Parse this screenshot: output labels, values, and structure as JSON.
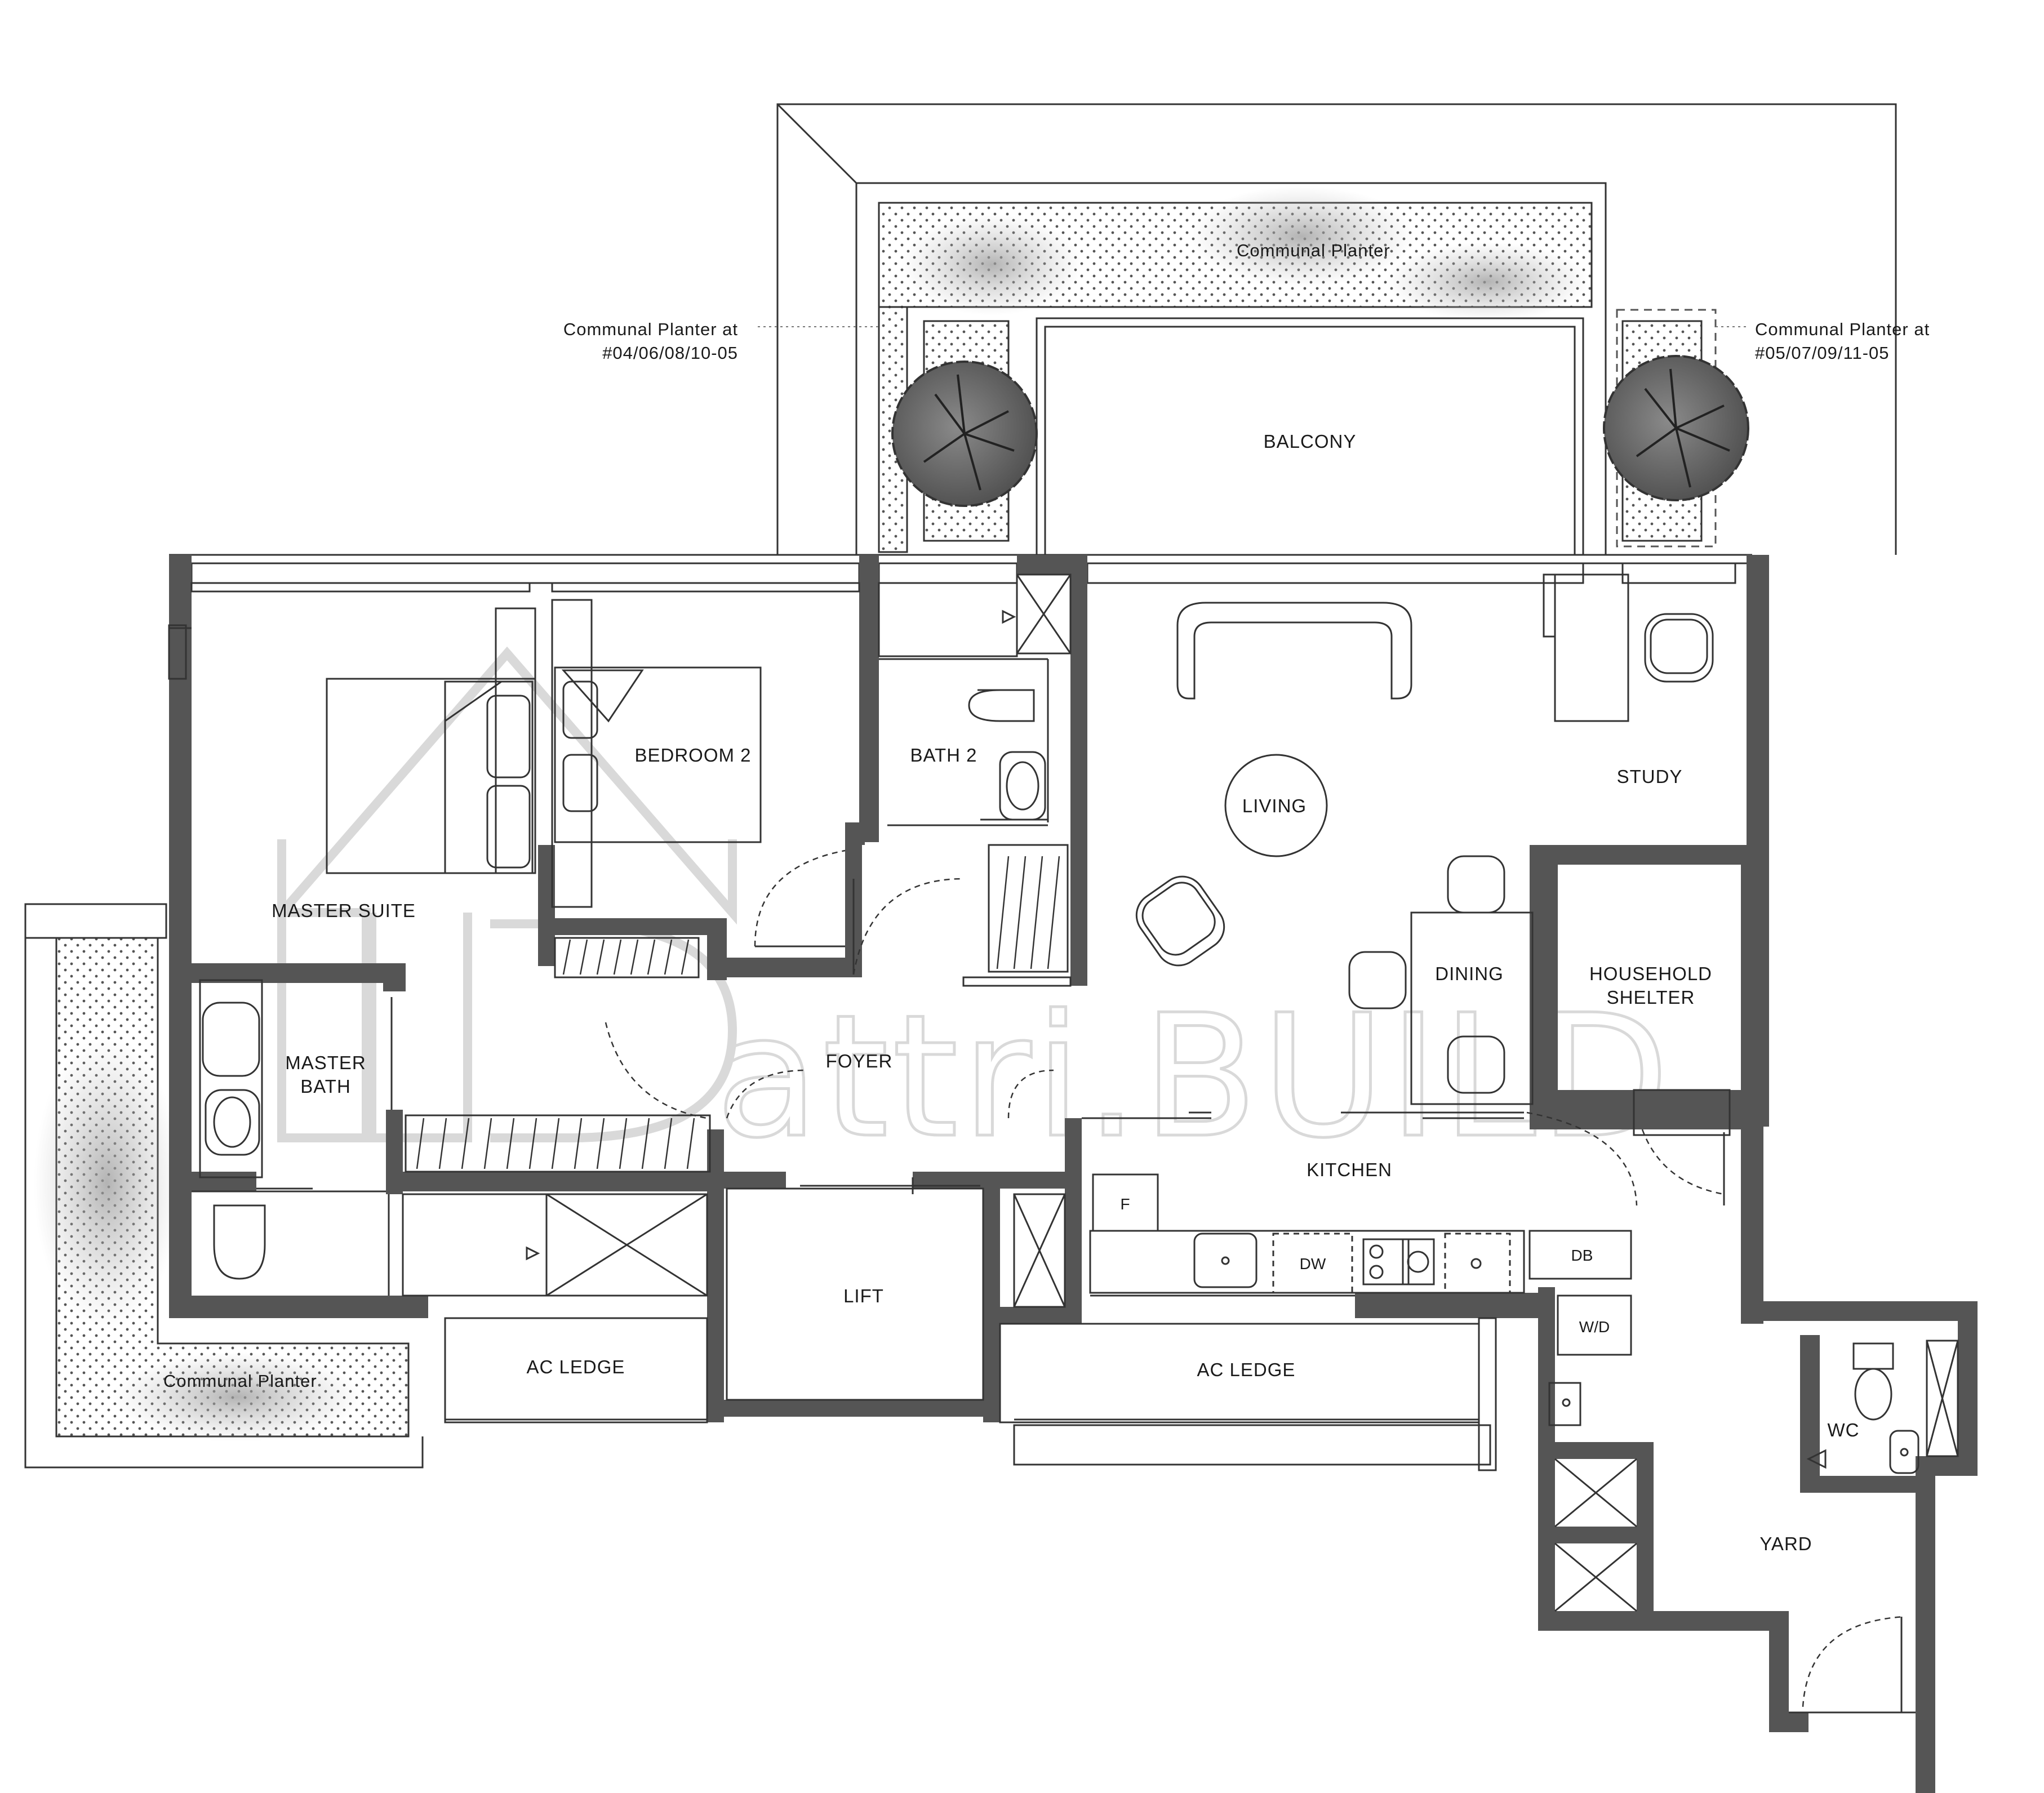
{
  "rooms": {
    "master_suite": "MASTER SUITE",
    "bedroom_2": "BEDROOM 2",
    "bath_2": "BATH 2",
    "living": "LIVING",
    "study": "STUDY",
    "dining": "DINING",
    "household_shelter_1": "HOUSEHOLD",
    "household_shelter_2": "SHELTER",
    "master_bath_1": "MASTER",
    "master_bath_2": "BATH",
    "foyer": "FOYER",
    "kitchen": "KITCHEN",
    "lift": "LIFT",
    "ac_ledge_left": "AC LEDGE",
    "ac_ledge_right": "AC LEDGE",
    "yard": "YARD",
    "wc": "WC",
    "balcony": "BALCONY"
  },
  "fixtures": {
    "fridge": "F",
    "dishwasher": "DW",
    "db": "DB",
    "washer_dryer": "W/D"
  },
  "planters": {
    "top": "Communal Planter",
    "bottom_left": "Communal Planter",
    "note_left_1": "Communal Planter at",
    "note_left_2": "#04/06/08/10-05",
    "note_right_1": "Communal Planter at",
    "note_right_2": "#05/07/09/11-05"
  },
  "watermark": "attri.BUILD",
  "colors": {
    "wall": "#555555",
    "line": "#333333",
    "planter": "#bdbdbd",
    "watermark": "#d9d9d9"
  },
  "icons": [
    "tree-icon",
    "tree-icon",
    "watermark-logo-icon"
  ]
}
